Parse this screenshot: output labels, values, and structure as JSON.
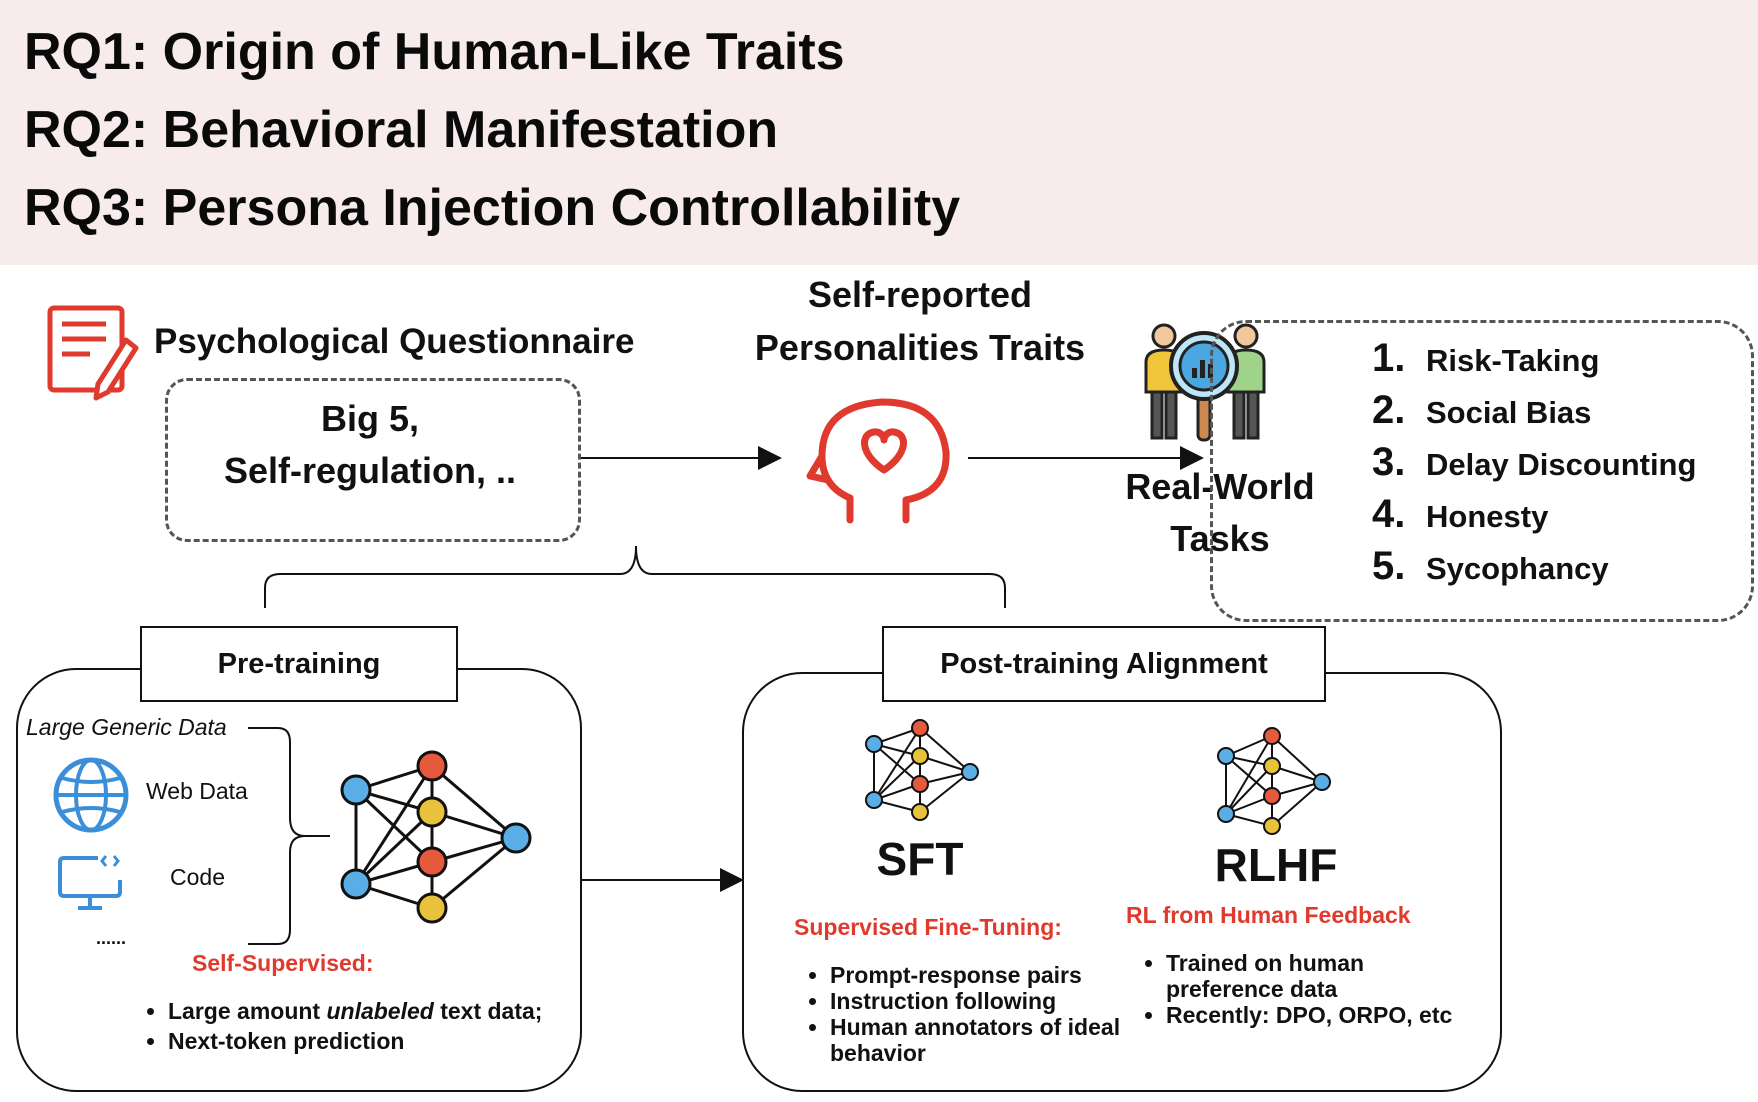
{
  "header": {
    "rq1": "RQ1: Origin of Human-Like Traits",
    "rq2": "RQ2: Behavioral Manifestation",
    "rq3": "RQ3: Persona Injection Controllability"
  },
  "questionnaire": {
    "title": "Psychological Questionnaire",
    "line1": "Big 5,",
    "line2": "Self-regulation, .."
  },
  "self_reported": {
    "line1": "Self-reported",
    "line2": "Personalities Traits"
  },
  "real_world": {
    "line1": "Real-World",
    "line2": "Tasks",
    "tasks": [
      {
        "num": "1.",
        "label": "Risk-Taking"
      },
      {
        "num": "2.",
        "label": "Social Bias"
      },
      {
        "num": "3.",
        "label": "Delay Discounting"
      },
      {
        "num": "4.",
        "label": "Honesty"
      },
      {
        "num": "5.",
        "label": "Sycophancy"
      }
    ]
  },
  "pretraining": {
    "title": "Pre-training",
    "data_label": "Large Generic Data",
    "web": "Web Data",
    "code": "Code",
    "more": "......",
    "method": "Self-Supervised:",
    "bullets": [
      {
        "pre": "Large amount ",
        "em": "unlabeled",
        "post": " text data;"
      },
      {
        "pre": "Next-token prediction",
        "em": "",
        "post": ""
      }
    ]
  },
  "posttraining": {
    "title": "Post-training Alignment",
    "sft": {
      "name": "SFT",
      "subtitle": "Supervised Fine-Tuning:",
      "bullets": [
        "Prompt-response pairs",
        "Instruction following",
        "Human annotators of ideal behavior"
      ]
    },
    "rlhf": {
      "name": "RLHF",
      "subtitle": "RL from Human Feedback",
      "bullets": [
        "Trained on human preference data",
        "Recently: DPO, ORPO, etc"
      ]
    }
  },
  "colors": {
    "accent_red": "#e03a2e",
    "band_bg": "#f7eceb",
    "node_blue": "#5aaee6",
    "node_red": "#e55a3c",
    "node_yellow": "#e8c23a",
    "icon_blue": "#3b8fd9"
  }
}
